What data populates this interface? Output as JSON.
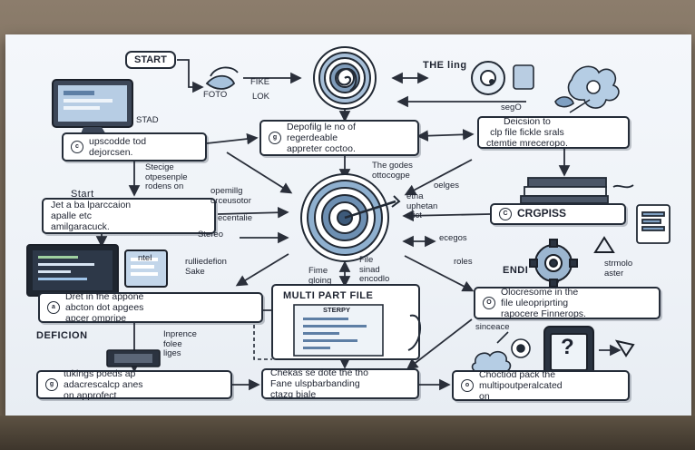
{
  "header_labels": {
    "start_top": "START",
    "foto": "FOTO",
    "fike": "FIKE",
    "lok": "LOK",
    "the_ling": "THE ling",
    "stad": "STAD",
    "sego": "segO",
    "start_mid": "Start",
    "deficion": "DEFICION",
    "endi": "ENDI"
  },
  "boxes": {
    "upcode": {
      "text": "upscodde tod\ndejorcsen.",
      "icon": "c"
    },
    "depofile": {
      "text": "Depofilg le no of\nregerdeable\nappreter coctoo.",
      "icon": "g"
    },
    "decision": {
      "text": "Deicsion to\nclp file fickle srals\nctemtie mreceropo.",
      "icon": ""
    },
    "jet": {
      "text": "Jet a ba lparccaion\napalle etc\namilgaracuck.",
      "icon": ""
    },
    "crgpiss": {
      "text": "CRGPISS",
      "icon": "C"
    },
    "dret": {
      "text": "Dret in fhe appone\nabcton dot apgees\napcer ompripe",
      "icon": "a"
    },
    "oiocre": {
      "text": "Olocresome in the\nfile uleopriprting\nrapocere Finnerops.",
      "icon": "O"
    },
    "tukings": {
      "text": "tukings poeds ap\nadacrescalcp anes\non approfect",
      "icon": "g"
    },
    "chekas": {
      "text": "Chekas se dote the tho\nFane ulspbarbanding\nctazg bjale",
      "icon": ""
    },
    "choctiod": {
      "text": "Choctiod pack the\nmultipoutperalcated\non",
      "icon": "o"
    }
  },
  "multipart_title": "MULTI PART FILE",
  "multipart_sub": "STERPY",
  "phone_glyph": "?",
  "float_labels": {
    "stecige": "Stecige\notpesenple\nrodens on",
    "opemillg": "opemillg\norceusotor",
    "the_godes": "The godes\nottocogpe",
    "oelges": "oelges",
    "etna": "etna\nuphetan\nsfict",
    "ecentalie": "ecentalie",
    "stereo": "Stereo",
    "ecegos": "ecegos",
    "rulliedefion": "rulliedefion\nSake",
    "fime_gloing": "Fime\ngloing",
    "file_sinad": "File\nsinad\nencodlo",
    "ntel": "ntel",
    "rolos": "roles",
    "strmolo": "strmolo\naster",
    "inprence": "Inprence\nfolee\nliges",
    "sinceace": "sinceace"
  }
}
